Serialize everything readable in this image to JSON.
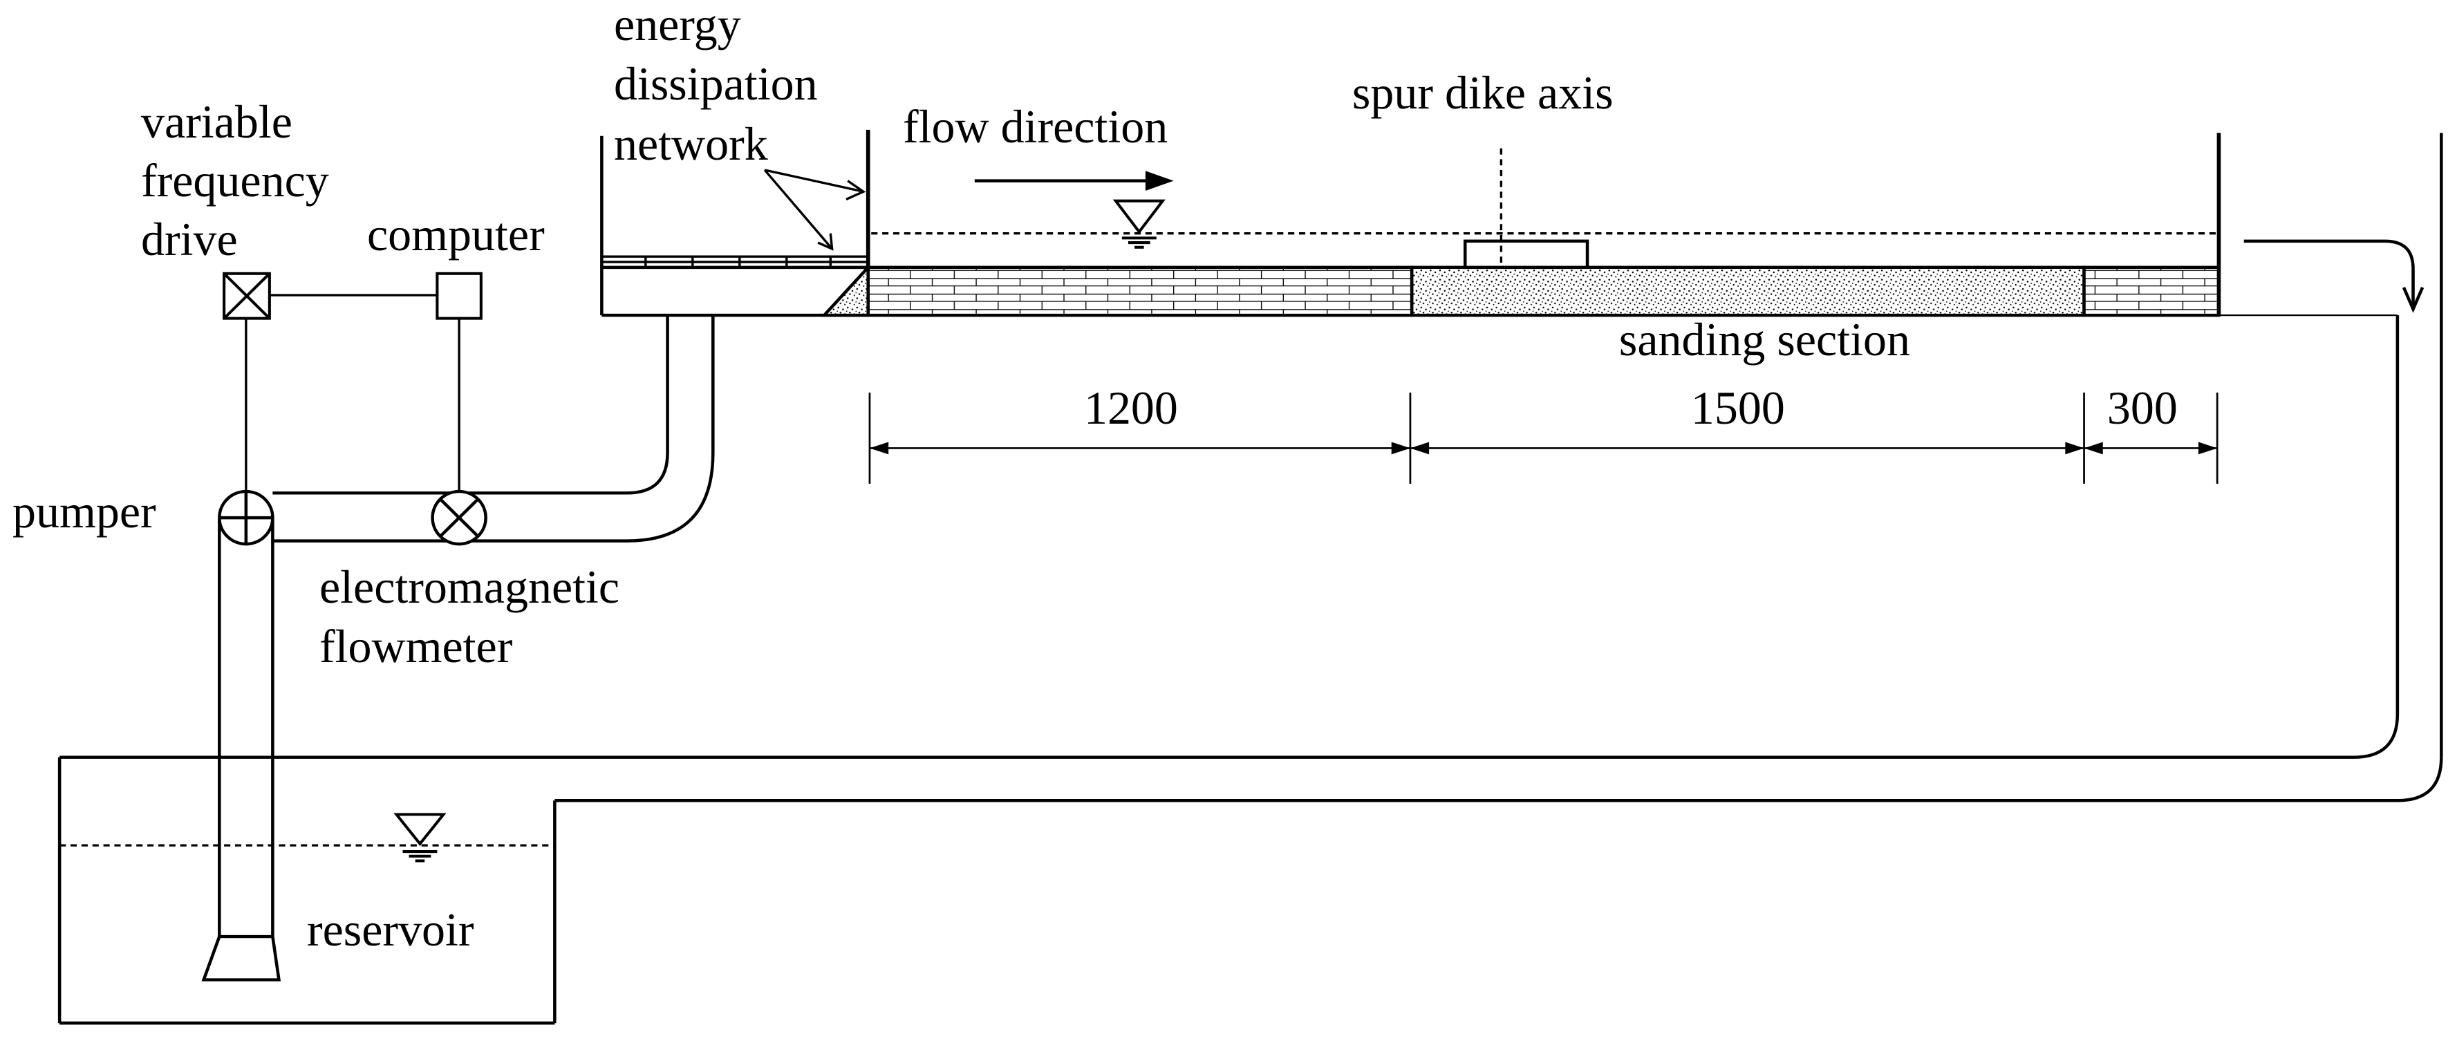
{
  "labels": {
    "vfd": [
      "variable",
      "frequency",
      "drive"
    ],
    "computer": "computer",
    "energy": [
      "energy",
      "dissipation",
      "network"
    ],
    "flow_direction": "flow direction",
    "spur_dike_axis": "spur dike axis",
    "sanding_section": "sanding section",
    "pumper": "pumper",
    "flowmeter": [
      "electromagnetic",
      "flowmeter"
    ],
    "reservoir": "reservoir"
  },
  "dimensions": {
    "d1": "1200",
    "d2": "1500",
    "d3": "300"
  },
  "colors": {
    "ink": "#000000",
    "background": "#ffffff"
  },
  "icons": {
    "vfd": "boxed-x-icon",
    "computer": "square-icon",
    "pump": "circle-plus-icon",
    "flowmeter": "circle-x-icon",
    "water_level": "water-level-triangle-icon",
    "flow_arrow": "arrow-right-icon"
  }
}
